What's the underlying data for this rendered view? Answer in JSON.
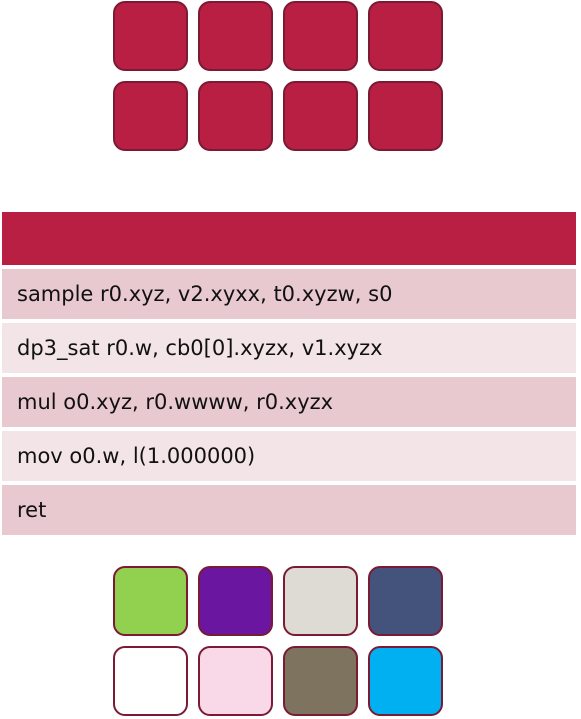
{
  "top_grid": {
    "cells": [
      {
        "color": "#b91f42"
      },
      {
        "color": "#b91f42"
      },
      {
        "color": "#b91f42"
      },
      {
        "color": "#b91f42"
      },
      {
        "color": "#b91f42"
      },
      {
        "color": "#b91f42"
      },
      {
        "color": "#b91f42"
      },
      {
        "color": "#b91f42"
      }
    ]
  },
  "instructions": {
    "header_color": "#b91f42",
    "rows": [
      "sample r0.xyz, v2.xyxx, t0.xyzw, s0",
      "dp3_sat r0.w, cb0[0].xyzx, v1.xyzx",
      "mul o0.xyz, r0.wwww, r0.xyzx",
      "mov o0.w, l(1.000000)",
      "ret"
    ]
  },
  "bottom_grid": {
    "cells": [
      {
        "color": "#92d050"
      },
      {
        "color": "#6a16a0"
      },
      {
        "color": "#dedbd5"
      },
      {
        "color": "#43537b"
      },
      {
        "color": "#ffffff"
      },
      {
        "color": "#f9d9e7"
      },
      {
        "color": "#7e735f"
      },
      {
        "color": "#00b0f0"
      }
    ]
  }
}
